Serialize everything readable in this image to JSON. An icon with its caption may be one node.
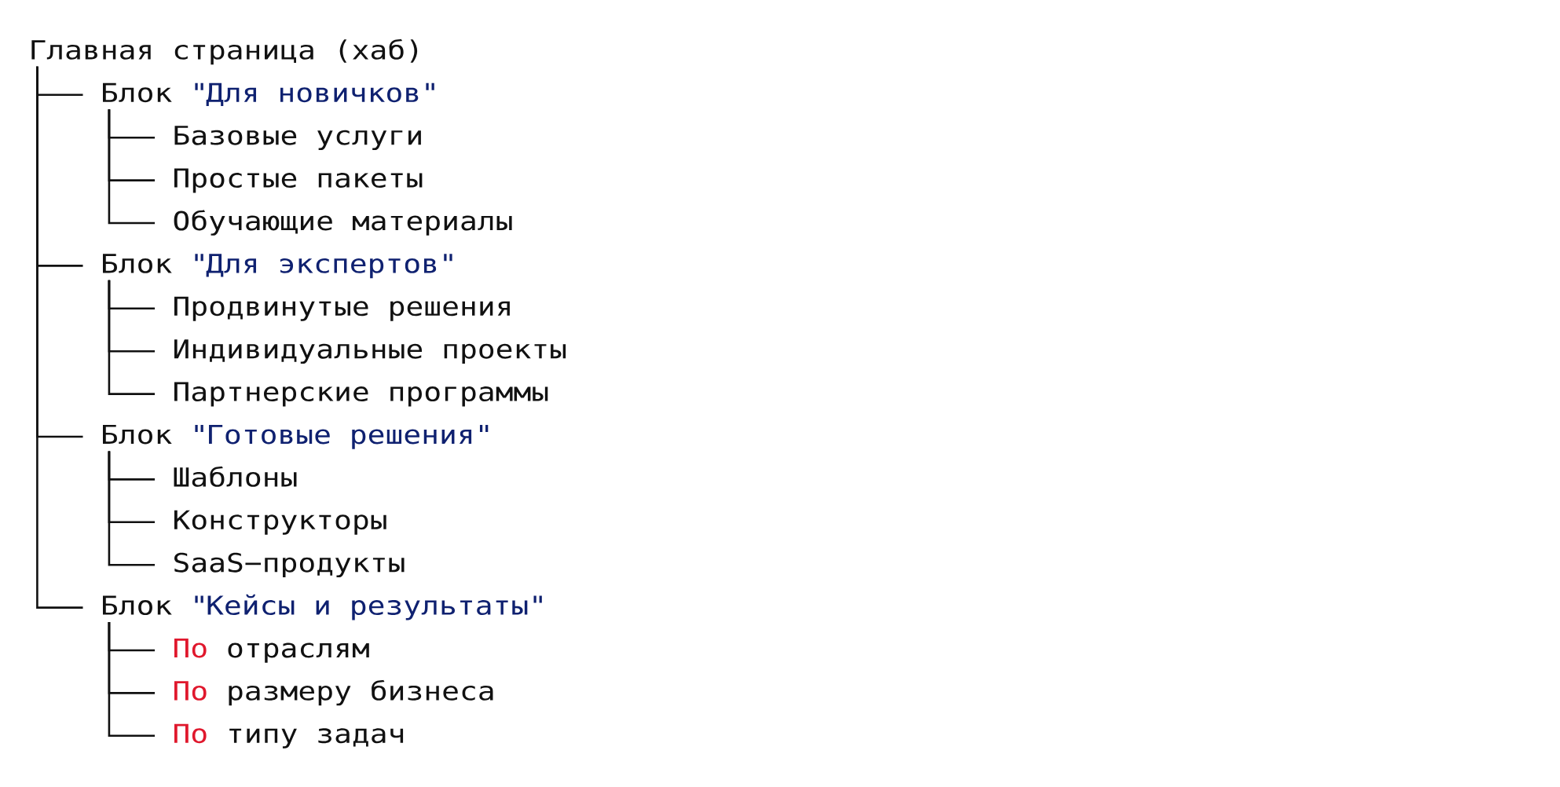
{
  "diagram": {
    "nodes": [
      {
        "text": [
          "Главная страница (хаб)"
        ]
      },
      {
        "text": [
          "Блок",
          "\"Для новичков\""
        ]
      },
      {
        "text": [
          "Базовые услуги"
        ]
      },
      {
        "text": [
          "Простые пакеты"
        ]
      },
      {
        "text": [
          "Обучающие материалы"
        ]
      },
      {
        "text": [
          "Блок",
          "\"Для экспертов\""
        ]
      },
      {
        "text": [
          "Продвинутые решения"
        ]
      },
      {
        "text": [
          "Индивидуальные проекты"
        ]
      },
      {
        "text": [
          "Партнерские программы"
        ]
      },
      {
        "text": [
          "Блок",
          "\"Готовые решения\""
        ]
      },
      {
        "text": [
          "Шаблоны"
        ]
      },
      {
        "text": [
          "Конструкторы"
        ]
      },
      {
        "text": [
          "SaaS−продукты"
        ]
      },
      {
        "text": [
          "Блок",
          "\"Кейсы и результаты\""
        ]
      },
      {
        "text": [
          "По",
          "отраслям"
        ]
      },
      {
        "text": [
          "По",
          "размеру бизнеса"
        ]
      },
      {
        "text": [
          "По",
          "типу задач"
        ]
      }
    ],
    "edges": [
      {
        "from": 0,
        "to": 1,
        "arrow": "none"
      },
      {
        "from": 1,
        "to": 2,
        "arrow": "none"
      },
      {
        "from": 1,
        "to": 3,
        "arrow": "none"
      },
      {
        "from": 1,
        "to": 4,
        "arrow": "none"
      },
      {
        "from": 0,
        "to": 5,
        "arrow": "none"
      },
      {
        "from": 5,
        "to": 6,
        "arrow": "none"
      },
      {
        "from": 5,
        "to": 7,
        "arrow": "none"
      },
      {
        "from": 5,
        "to": 8,
        "arrow": "none"
      },
      {
        "from": 0,
        "to": 9,
        "arrow": "none"
      },
      {
        "from": 9,
        "to": 10,
        "arrow": "none"
      },
      {
        "from": 9,
        "to": 11,
        "arrow": "none"
      },
      {
        "from": 9,
        "to": 12,
        "arrow": "none"
      },
      {
        "from": 0,
        "to": 13,
        "arrow": "none"
      },
      {
        "from": 13,
        "to": 14,
        "arrow": "none"
      },
      {
        "from": 13,
        "to": 15,
        "arrow": "none"
      },
      {
        "from": 13,
        "to": 16,
        "arrow": "none"
      }
    ]
  }
}
